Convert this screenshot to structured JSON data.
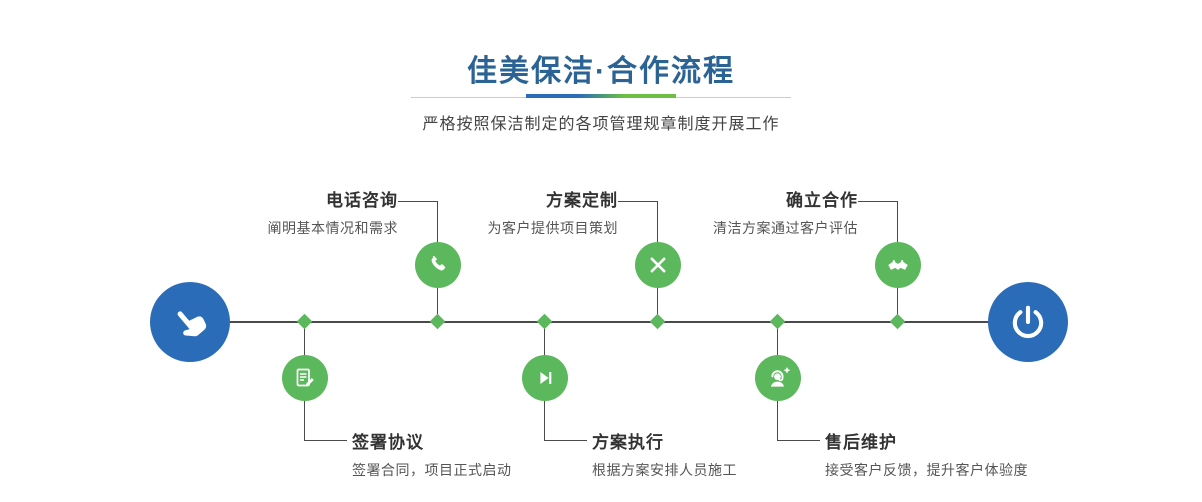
{
  "header": {
    "title": "佳美保洁·合作流程",
    "subtitle": "严格按照保洁制定的各项管理规章制度开展工作"
  },
  "colors": {
    "brand_blue": "#2b6cb8",
    "accent_green": "#5cb85c",
    "title_blue": "#2b6394",
    "divider_green": "#6abf44"
  },
  "timeline": {
    "start_icon": "hand-click-icon",
    "end_icon": "power-icon",
    "steps_top": [
      {
        "title": "电话咨询",
        "desc": "阐明基本情况和需求",
        "icon": "phone-icon"
      },
      {
        "title": "方案定制",
        "desc": "为客户提供项目策划",
        "icon": "pencil-ruler-icon"
      },
      {
        "title": "确立合作",
        "desc": "清洁方案通过客户评估",
        "icon": "handshake-icon"
      }
    ],
    "steps_bottom": [
      {
        "title": "签署协议",
        "desc": "签署合同，项目正式启动",
        "icon": "contract-icon"
      },
      {
        "title": "方案执行",
        "desc": "根据方案安排人员施工",
        "icon": "play-next-icon"
      },
      {
        "title": "售后维护",
        "desc": "接受客户反馈，提升客户体验度",
        "icon": "headset-icon"
      }
    ]
  }
}
